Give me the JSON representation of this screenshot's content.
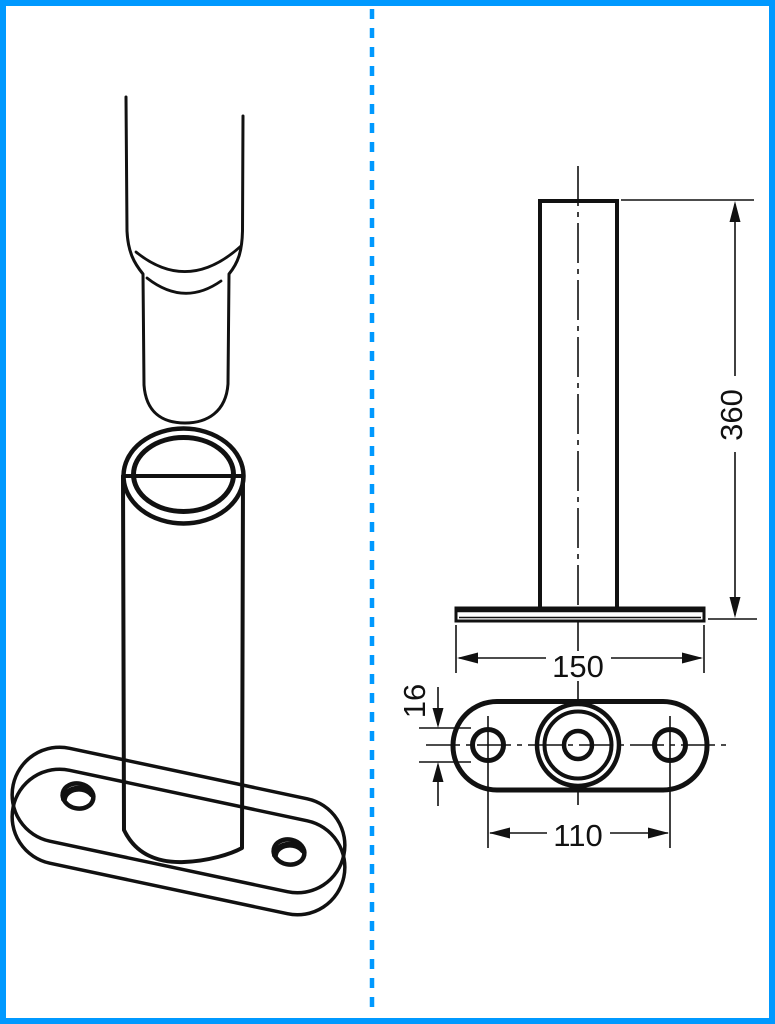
{
  "colors": {
    "frame_blue": "#0099ff",
    "ink_black": "#111111",
    "metal_gray": "#b8b8b8",
    "background": "#ffffff"
  },
  "views": {
    "front": {
      "height_label": "360",
      "width_label": "150"
    },
    "top": {
      "hole_spacing_label": "110",
      "hole_offset_label": "16"
    }
  }
}
